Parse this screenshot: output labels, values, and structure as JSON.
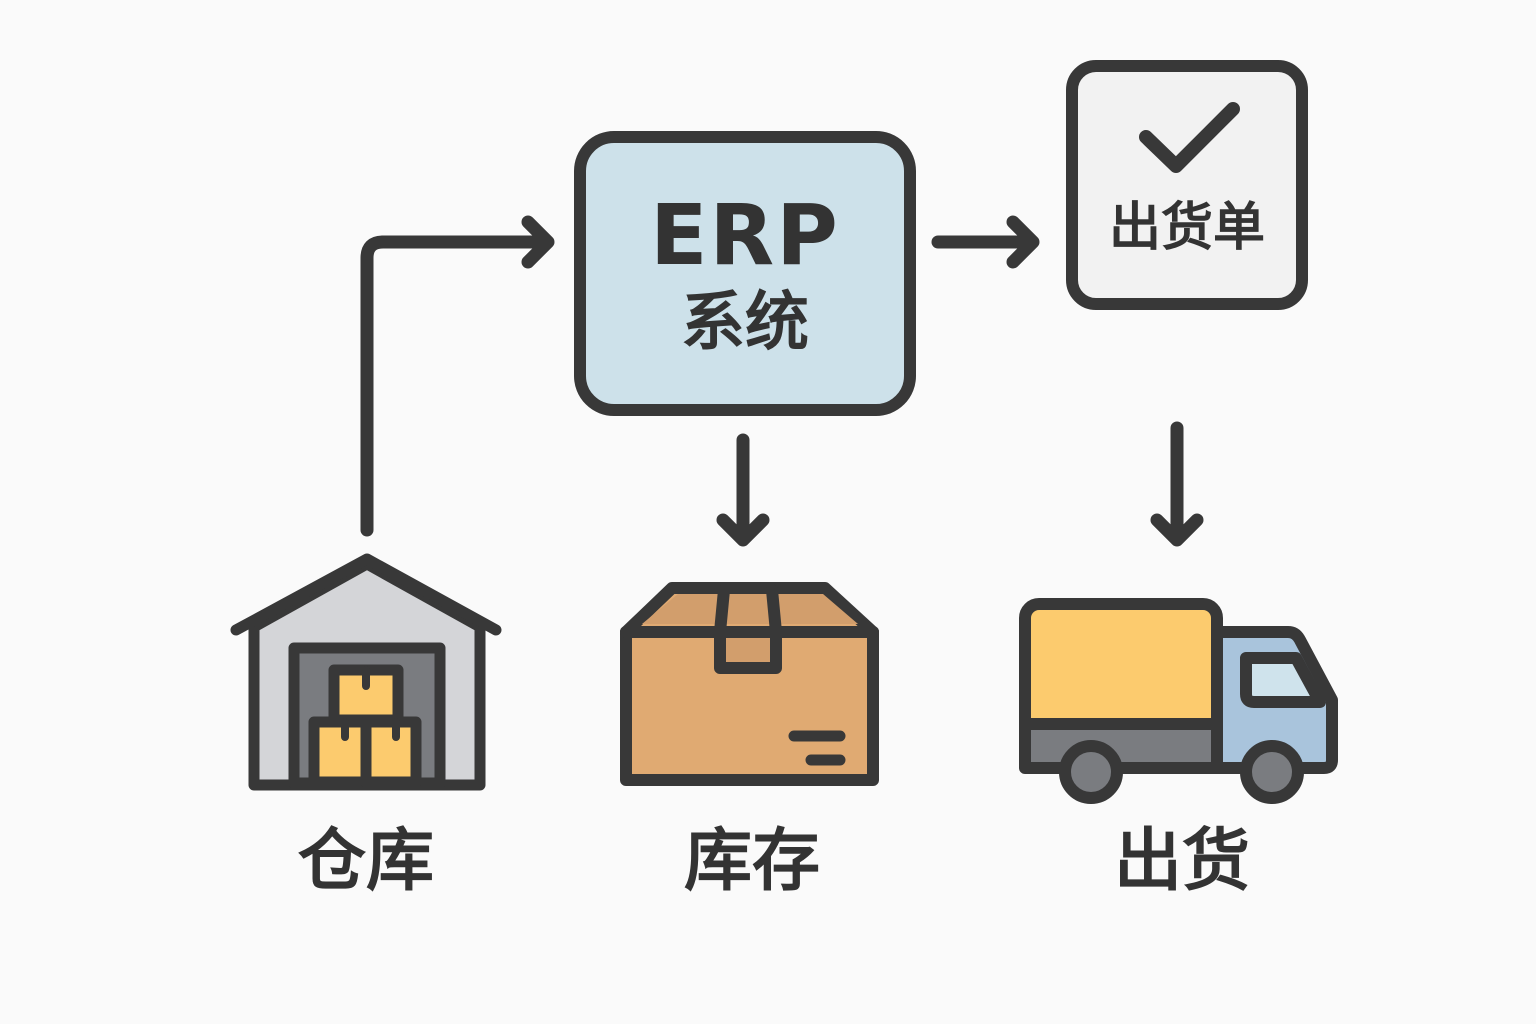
{
  "diagram": {
    "nodes": {
      "erp": {
        "title": "ERP",
        "subtitle": "系统",
        "fill": "#cde1ea"
      },
      "shipping_order": {
        "label": "出货单",
        "icon": "checkmark-icon",
        "fill": "#f2f2f2"
      },
      "warehouse": {
        "label": "仓库",
        "icon": "warehouse-icon"
      },
      "inventory": {
        "label": "库存",
        "icon": "package-box-icon"
      },
      "shipment": {
        "label": "出货",
        "icon": "delivery-truck-icon"
      }
    },
    "edges": [
      {
        "from": "warehouse",
        "to": "erp"
      },
      {
        "from": "erp",
        "to": "shipping_order"
      },
      {
        "from": "erp",
        "to": "inventory"
      },
      {
        "from": "shipping_order",
        "to": "shipment"
      }
    ],
    "colors": {
      "stroke": "#383838",
      "background": "#fafafa",
      "box_yellow": "#fccb6e",
      "cardboard": "#e0aa72",
      "truck_cab": "#a9c4dc",
      "warehouse_wall": "#d4d5d8"
    }
  }
}
